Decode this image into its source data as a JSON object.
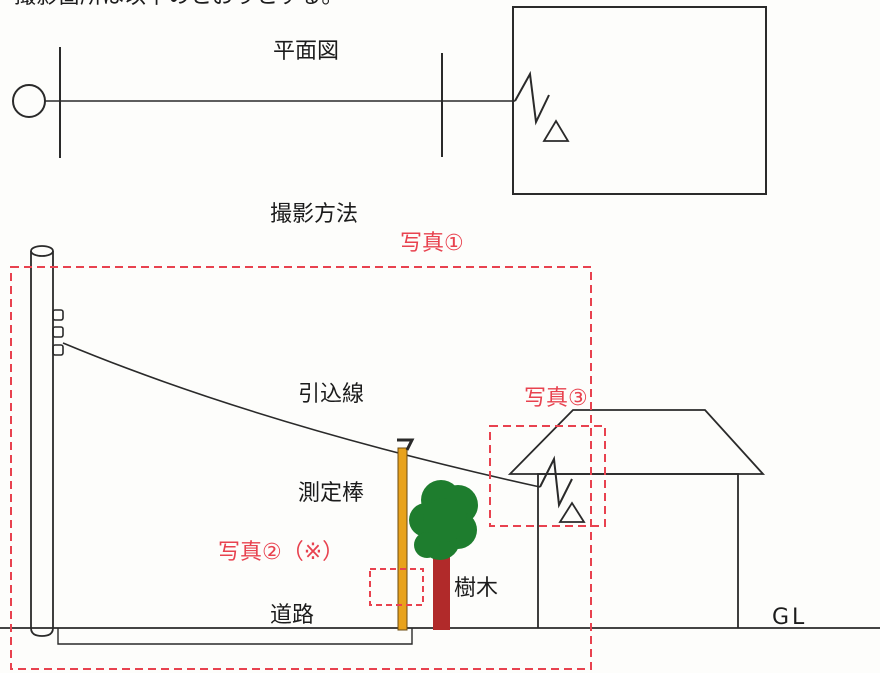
{
  "header": {
    "top_text": "撮影箇所は以下のとおりとする。"
  },
  "labels": {
    "plan_view": "平面図",
    "method": "撮影方法",
    "service_wire": "引込線",
    "measure_rod": "測定棒",
    "road": "道路",
    "tree": "樹木",
    "ground_line": "GL"
  },
  "photos": {
    "p1": "写真①",
    "p2": "写真②（※）",
    "p3": "写真③"
  },
  "colors": {
    "line": "#2a2a2a",
    "dashed": "#e8424f",
    "rod": "#e8a21c",
    "tree_foliage": "#1e7d2e",
    "tree_trunk": "#b12a2a"
  }
}
